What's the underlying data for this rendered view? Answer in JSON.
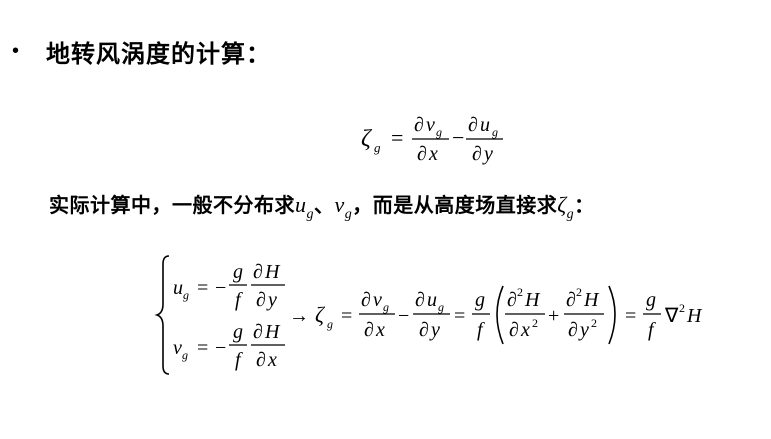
{
  "heading": "地转风涡度的计算：",
  "bullet": "•",
  "paragraph": {
    "text": "实际计算中，一般不分布求",
    "u": "u",
    "u_sub": "g",
    "sep": "、",
    "v": "v",
    "v_sub": "g",
    "text2": "，而是从高度场直接求",
    "zeta": "ζ",
    "zeta_sub": "g",
    "colon": "："
  },
  "equations": {
    "vorticity_definition": "ζ_g = ∂v_g/∂x − ∂u_g/∂y",
    "geostrophic_wind_u": "u_g = −(g/f) ∂H/∂y",
    "geostrophic_wind_v": "v_g = −(g/f) ∂H/∂x",
    "vorticity_result": "ζ_g = ∂v_g/∂x − ∂u_g/∂y = (g/f)(∂²H/∂x² + ∂²H/∂y²) = (g/f)∇²H"
  }
}
